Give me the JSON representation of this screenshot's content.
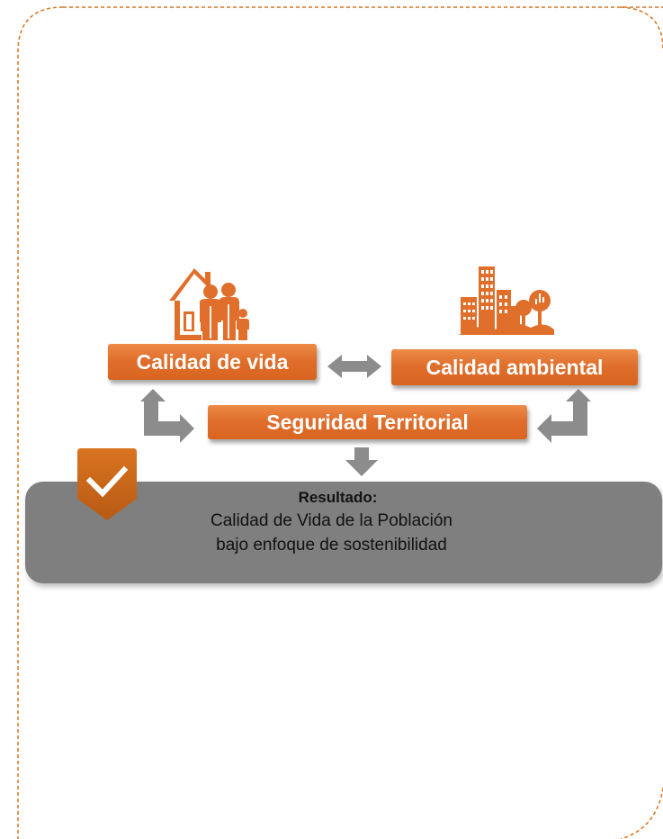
{
  "boxes": {
    "calidad_vida": "Calidad de vida",
    "calidad_ambiental": "Calidad ambiental",
    "seguridad_territorial": "Seguridad Territorial"
  },
  "result": {
    "title": "Resultado:",
    "line1": "Calidad de Vida de la Población",
    "line2": "bajo enfoque de sostenibilidad"
  },
  "icons": {
    "family": "family-house-icon",
    "city": "city-trees-icon",
    "badge": "checkmark-badge-icon"
  },
  "colors": {
    "orange": "#e06f2c",
    "orange_light": "#ee8a48",
    "arrow_gray": "#8c8c8c",
    "panel_gray": "#7f7f7f",
    "frame": "#d9741f"
  }
}
